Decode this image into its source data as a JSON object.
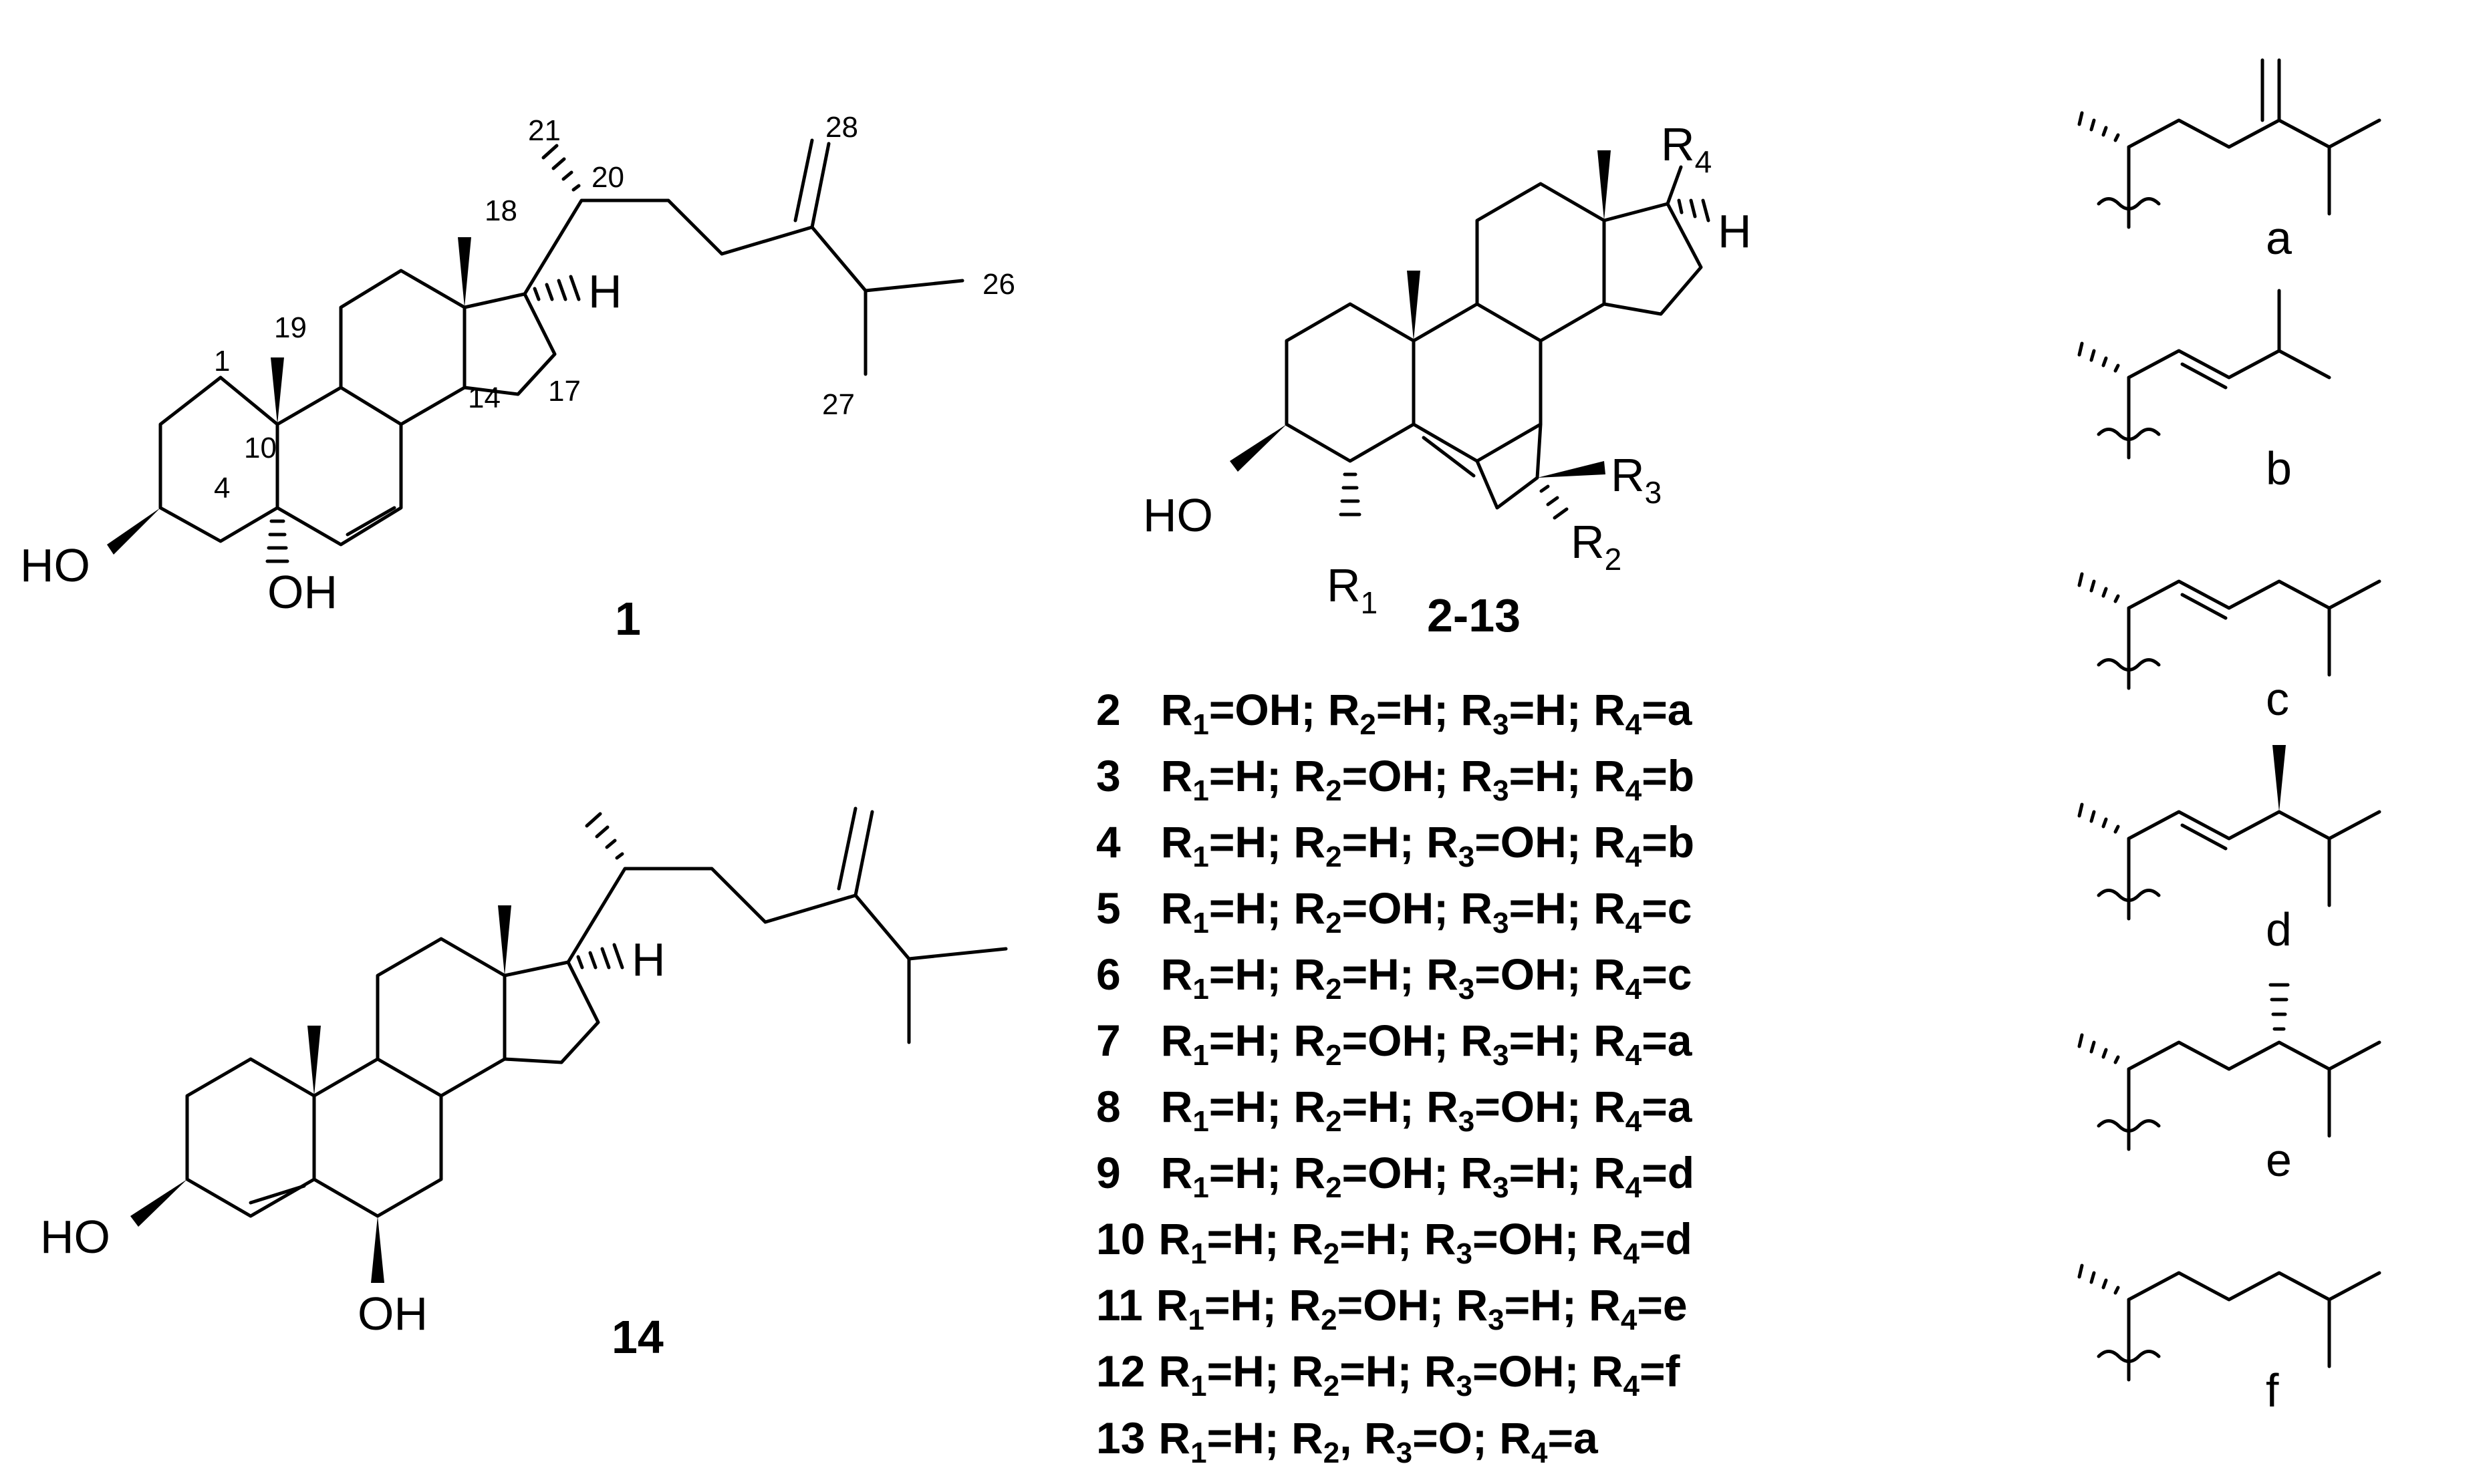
{
  "compound_1": {
    "label": "1",
    "atoms": {
      "ho": "HO",
      "oh": "OH",
      "h": "H"
    },
    "numbers": [
      "1",
      "4",
      "10",
      "19",
      "14",
      "17",
      "18",
      "20",
      "21",
      "26",
      "27",
      "28"
    ]
  },
  "compound_14": {
    "label": "14",
    "atoms": {
      "ho": "HO",
      "oh": "OH",
      "h": "H"
    }
  },
  "general": {
    "label": "2-13",
    "atoms": {
      "ho": "HO",
      "h": "H",
      "r_letter": "R",
      "r1_sub": "1",
      "r2_sub": "2",
      "r3_sub": "3",
      "r4_sub": "4"
    }
  },
  "table": [
    {
      "n": "2",
      "r1": "=OH; ",
      "r2": "=H; ",
      "r3": "=H; ",
      "r4": "=a"
    },
    {
      "n": "3",
      "r1": "=H; ",
      "r2": "=OH; ",
      "r3": "=H; ",
      "r4": "=b"
    },
    {
      "n": "4",
      "r1": "=H; ",
      "r2": "=H; ",
      "r3": "=OH; ",
      "r4": "=b"
    },
    {
      "n": "5",
      "r1": "=H; ",
      "r2": "=OH; ",
      "r3": "=H; ",
      "r4": "=c"
    },
    {
      "n": "6",
      "r1": "=H; ",
      "r2": "=H; ",
      "r3": "=OH; ",
      "r4": "=c"
    },
    {
      "n": "7",
      "r1": "=H; ",
      "r2": "=OH; ",
      "r3": "=H; ",
      "r4": "=a"
    },
    {
      "n": "8",
      "r1": "=H; ",
      "r2": "=H; ",
      "r3": "=OH; ",
      "r4": "=a"
    },
    {
      "n": "9",
      "r1": "=H; ",
      "r2": "=OH; ",
      "r3": "=H; ",
      "r4": "=d"
    },
    {
      "n": "10",
      "r1": "=H; ",
      "r2": "=H; ",
      "r3": "=OH; ",
      "r4": "=d"
    },
    {
      "n": "11",
      "r1": "=H; ",
      "r2": "=OH; ",
      "r3": "=H; ",
      "r4": "=e"
    },
    {
      "n": "12",
      "r1": "=H; ",
      "r2": "=H; ",
      "r3": "=OH; ",
      "r4": "=f"
    }
  ],
  "table_last": {
    "n": "13",
    "r1": "=H; ",
    "r23": ", R",
    "r23b": "=O; ",
    "r4": "=a"
  },
  "table_r": "R",
  "side_chains": [
    "a",
    "b",
    "c",
    "d",
    "e",
    "f"
  ]
}
